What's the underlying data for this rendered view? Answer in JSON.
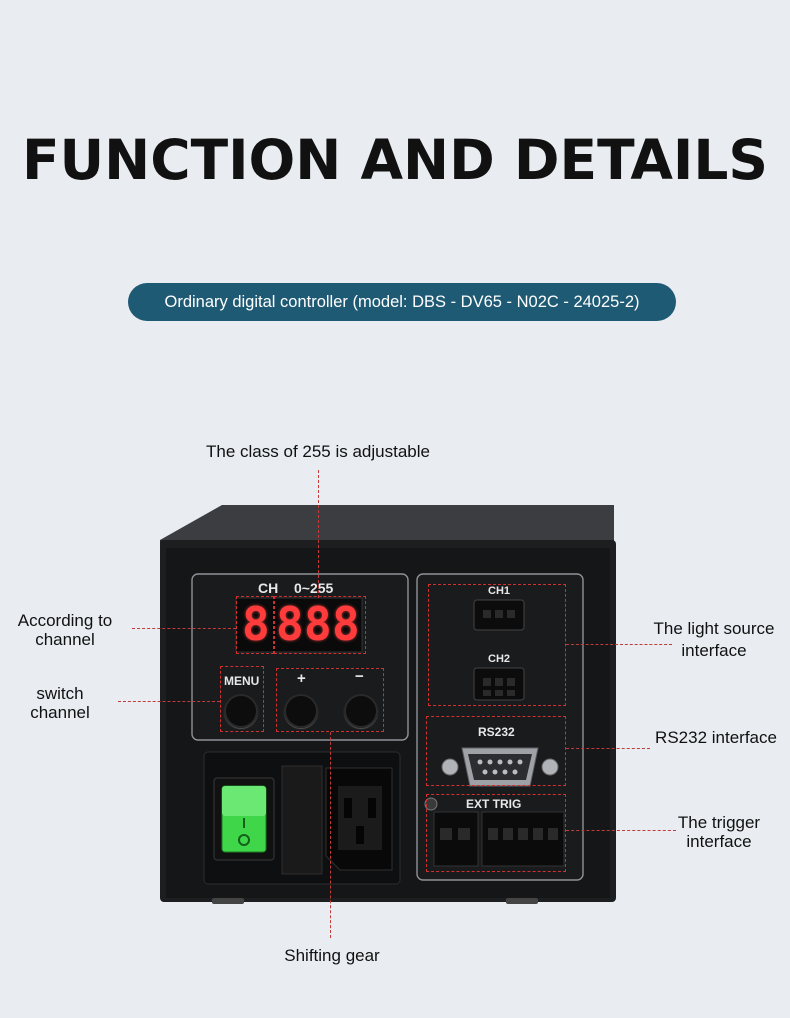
{
  "page": {
    "title": "FUNCTION AND DETAILS",
    "subtitle": "Ordinary digital controller (model: DBS - DV65 - N02C - 24025-2)"
  },
  "callouts": {
    "class_adjustable": "The class of 255 is adjustable",
    "according_channel_line1": "According to",
    "according_channel_line2": "channel",
    "switch_channel_line1": "switch",
    "switch_channel_line2": "channel",
    "light_source_line1": "The light source",
    "light_source_line2": "interface",
    "rs232": "RS232 interface",
    "trigger_line1": "The trigger",
    "trigger_line2": "interface",
    "shifting_gear": "Shifting gear"
  },
  "device": {
    "ch_label": "CH",
    "range_label": "0~255",
    "display_digits": [
      "8",
      "8",
      "8",
      "8"
    ],
    "menu_label": "MENU",
    "plus_label": "+",
    "minus_label": "−",
    "ch1_label": "CH1",
    "ch2_label": "CH2",
    "rs232_label": "RS232",
    "ext_trig_label": "EXT TRIG",
    "switch_on_mark": "—",
    "switch_off_mark": "O",
    "display_color": "#ff3b3b",
    "power_switch_color": "#3fd64a"
  }
}
